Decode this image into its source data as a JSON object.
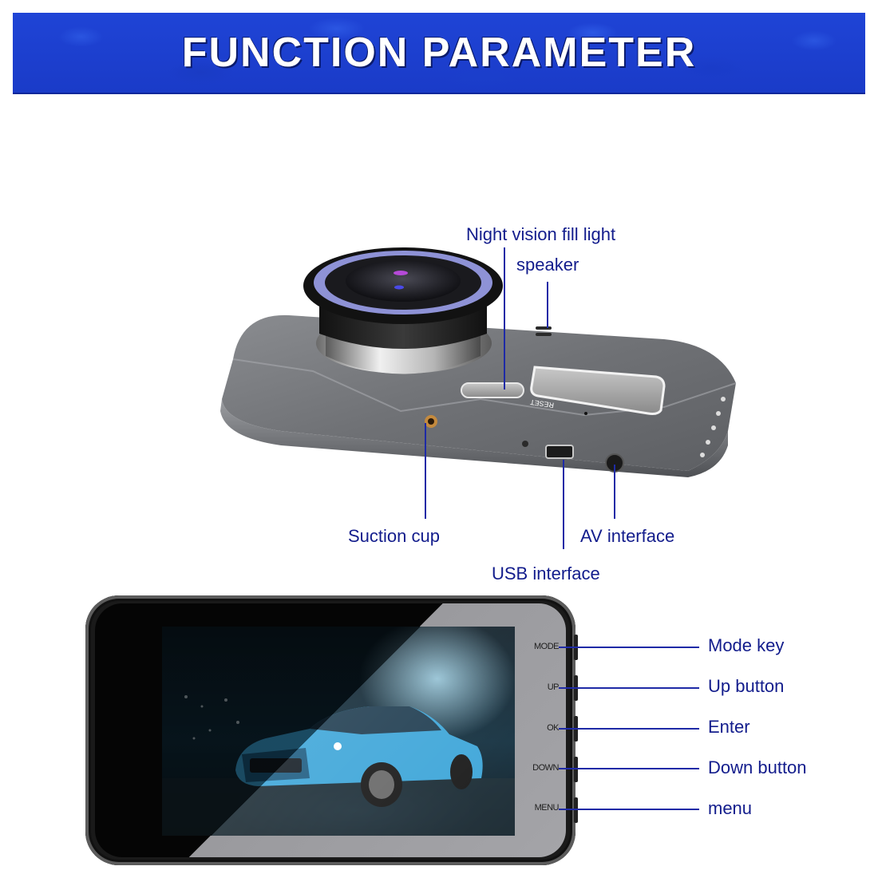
{
  "header": {
    "title": "FUNCTION PARAMETER",
    "background_color": "#1f44d6",
    "text_color": "#ffffff"
  },
  "label_color": "#121c8c",
  "line_color": "#1e2aa6",
  "top_view": {
    "labels": {
      "night_vision": "Night vision fill light",
      "speaker": "speaker",
      "suction_cup": "Suction cup",
      "av_interface": "AV interface",
      "usb_interface": "USB interface"
    },
    "device_text": {
      "reset": "RESET"
    }
  },
  "front_view": {
    "buttons": [
      {
        "device_label": "MODE",
        "callout": "Mode key"
      },
      {
        "device_label": "UP",
        "callout": "Up button"
      },
      {
        "device_label": "OK",
        "callout": "Enter"
      },
      {
        "device_label": "DOWN",
        "callout": "Down button"
      },
      {
        "device_label": "MENU",
        "callout": "menu"
      }
    ],
    "screen_content": "blue sports car at night"
  }
}
